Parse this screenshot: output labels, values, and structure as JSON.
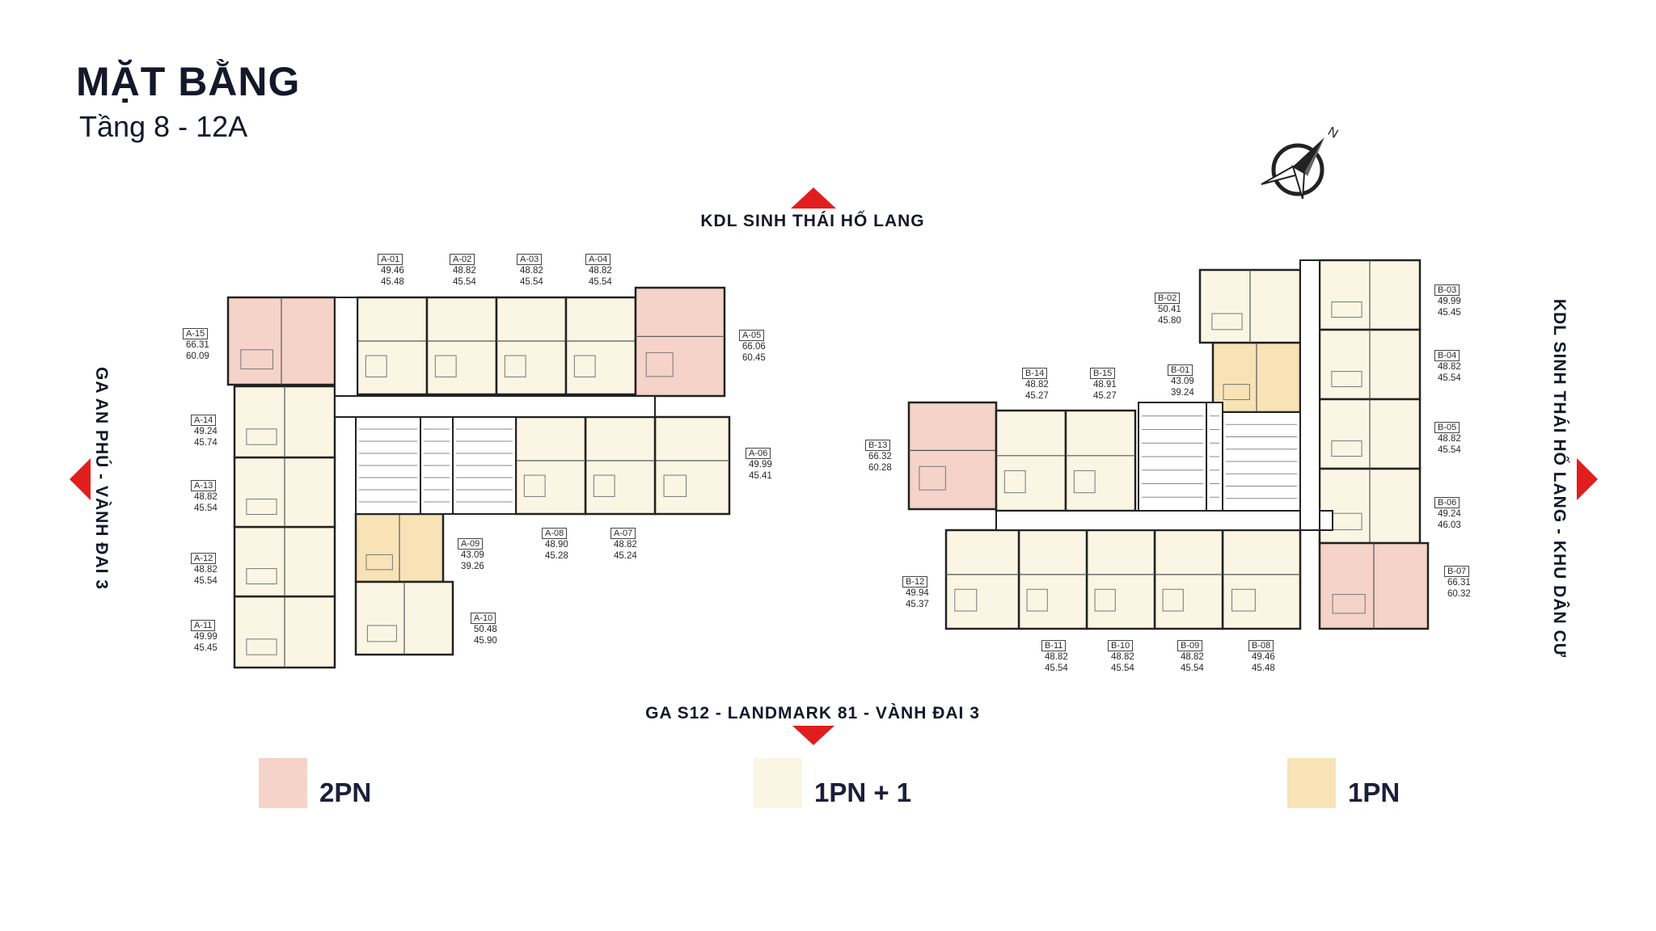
{
  "title": "MẶT BẰNG",
  "subtitle": "Tầng 8 - 12A",
  "directions": {
    "top": "KDL SINH THÁI HỐ LANG",
    "bottom": "GA S12 - LANDMARK 81 - VÀNH ĐAI 3",
    "left": "GA AN PHÚ - VÀNH ĐAI 3",
    "right": "KDL SINH THÁI HỐ LANG - KHU DÂN CƯ"
  },
  "compass_letter": "N",
  "colors": {
    "2pn": "#f5d3c8",
    "1pn_plus_1": "#fbf6e4",
    "1pn": "#f8e3b6",
    "arrow": "#e01e1e",
    "wall": "#222222"
  },
  "units": [
    {
      "code": "A-01",
      "area1": "49.46",
      "area2": "45.48"
    },
    {
      "code": "A-02",
      "area1": "48.82",
      "area2": "45.54"
    },
    {
      "code": "A-03",
      "area1": "48.82",
      "area2": "45.54"
    },
    {
      "code": "A-04",
      "area1": "48.82",
      "area2": "45.54"
    },
    {
      "code": "A-05",
      "area1": "66.06",
      "area2": "60.45"
    },
    {
      "code": "A-06",
      "area1": "49.99",
      "area2": "45.41"
    },
    {
      "code": "A-07",
      "area1": "48.82",
      "area2": "45.24"
    },
    {
      "code": "A-08",
      "area1": "48.90",
      "area2": "45.28"
    },
    {
      "code": "A-09",
      "area1": "43.09",
      "area2": "39.26"
    },
    {
      "code": "A-10",
      "area1": "50.48",
      "area2": "45.90"
    },
    {
      "code": "A-11",
      "area1": "49.99",
      "area2": "45.45"
    },
    {
      "code": "A-12",
      "area1": "48.82",
      "area2": "45.54"
    },
    {
      "code": "A-13",
      "area1": "48.82",
      "area2": "45.54"
    },
    {
      "code": "A-14",
      "area1": "49.24",
      "area2": "45.74"
    },
    {
      "code": "A-15",
      "area1": "66.31",
      "area2": "60.09"
    },
    {
      "code": "B-01",
      "area1": "43.09",
      "area2": "39.24"
    },
    {
      "code": "B-02",
      "area1": "50.41",
      "area2": "45.80"
    },
    {
      "code": "B-03",
      "area1": "49.99",
      "area2": "45.45"
    },
    {
      "code": "B-04",
      "area1": "48.82",
      "area2": "45.54"
    },
    {
      "code": "B-05",
      "area1": "48.82",
      "area2": "45.54"
    },
    {
      "code": "B-06",
      "area1": "49.24",
      "area2": "46.03"
    },
    {
      "code": "B-07",
      "area1": "66.31",
      "area2": "60.32"
    },
    {
      "code": "B-08",
      "area1": "49.46",
      "area2": "45.48"
    },
    {
      "code": "B-09",
      "area1": "48.82",
      "area2": "45.54"
    },
    {
      "code": "B-10",
      "area1": "48.82",
      "area2": "45.54"
    },
    {
      "code": "B-11",
      "area1": "48.82",
      "area2": "45.54"
    },
    {
      "code": "B-12",
      "area1": "49.94",
      "area2": "45.37"
    },
    {
      "code": "B-13",
      "area1": "66.32",
      "area2": "60.28"
    },
    {
      "code": "B-14",
      "area1": "48.82",
      "area2": "45.27"
    },
    {
      "code": "B-15",
      "area1": "48.91",
      "area2": "45.27"
    }
  ],
  "legend": [
    {
      "label": "2PN",
      "color": "#f5d3c8"
    },
    {
      "label": "1PN + 1",
      "color": "#fbf6e4"
    },
    {
      "label": "1PN",
      "color": "#f8e3b6"
    }
  ]
}
